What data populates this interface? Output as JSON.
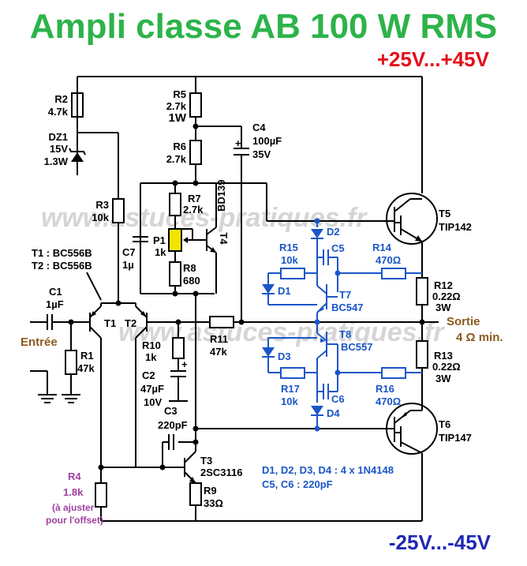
{
  "title": "Ampli classe AB 100 W RMS",
  "supply_positive": "+25V...+45V",
  "supply_negative": "-25V...-45V",
  "watermark": "www.astuces-pratiques.fr",
  "input_label": "Entrée",
  "output_label": "Sortie",
  "output_load": "4 Ω min.",
  "t1t2_note": [
    "T1 : BC556B",
    "T2 : BC556B"
  ],
  "diode_note": [
    "D1, D2, D3, D4 : 4 x 1N4148",
    "C5, C6 : 220pF"
  ],
  "r4_label": {
    "name": "R4",
    "value": "1.8k",
    "note": [
      "(à ajuster",
      "pour l'offset)"
    ]
  },
  "colors": {
    "title": "#2db34a",
    "positive": "#e3101a",
    "negative": "#1e28b4",
    "blue_section": "#1a56c8",
    "brown": "#8a5a1c",
    "purple": "#a040a0",
    "p1_fill": "#f2e600"
  },
  "components": {
    "R2": [
      "R2",
      "4.7k"
    ],
    "DZ1": [
      "DZ1",
      "15V",
      "1.3W"
    ],
    "R5": [
      "R5",
      "2.7k",
      "1W"
    ],
    "R6": [
      "R6",
      "2.7k"
    ],
    "C4": [
      "C4",
      "100µF",
      "35V"
    ],
    "R3": [
      "R3",
      "10k"
    ],
    "R7": [
      "R7",
      "2.7k"
    ],
    "T4": [
      "T4",
      "BD139"
    ],
    "P1": [
      "P1",
      "1k"
    ],
    "R8": [
      "R8",
      "680"
    ],
    "C7": [
      "C7",
      "1µ"
    ],
    "C1": [
      "C1",
      "1µF"
    ],
    "T1": "T1",
    "T2": "T2",
    "R1": [
      "R1",
      "47k"
    ],
    "R10": [
      "R10",
      "1k"
    ],
    "C2": [
      "C2",
      "47µF",
      "10V"
    ],
    "R11": [
      "R11",
      "47k"
    ],
    "C3": [
      "C3",
      "220pF"
    ],
    "T3": [
      "T3",
      "2SC3116"
    ],
    "R9": [
      "R9",
      "33Ω"
    ],
    "T5": [
      "T5",
      "TIP142"
    ],
    "T6": [
      "T6",
      "TIP147"
    ],
    "R12": [
      "R12",
      "0.22Ω",
      "3W"
    ],
    "R13": [
      "R13",
      "0.22Ω",
      "3W"
    ],
    "R14": [
      "R14",
      "470Ω"
    ],
    "R16": [
      "R16",
      "470Ω"
    ],
    "R15": [
      "R15",
      "10k"
    ],
    "R17": [
      "R17",
      "10k"
    ],
    "D1": "D1",
    "D2": "D2",
    "D3": "D3",
    "D4": "D4",
    "C5": "C5",
    "C6": "C6",
    "T7": [
      "T7",
      "BC547"
    ],
    "T8": [
      "T8",
      "BC557"
    ]
  }
}
